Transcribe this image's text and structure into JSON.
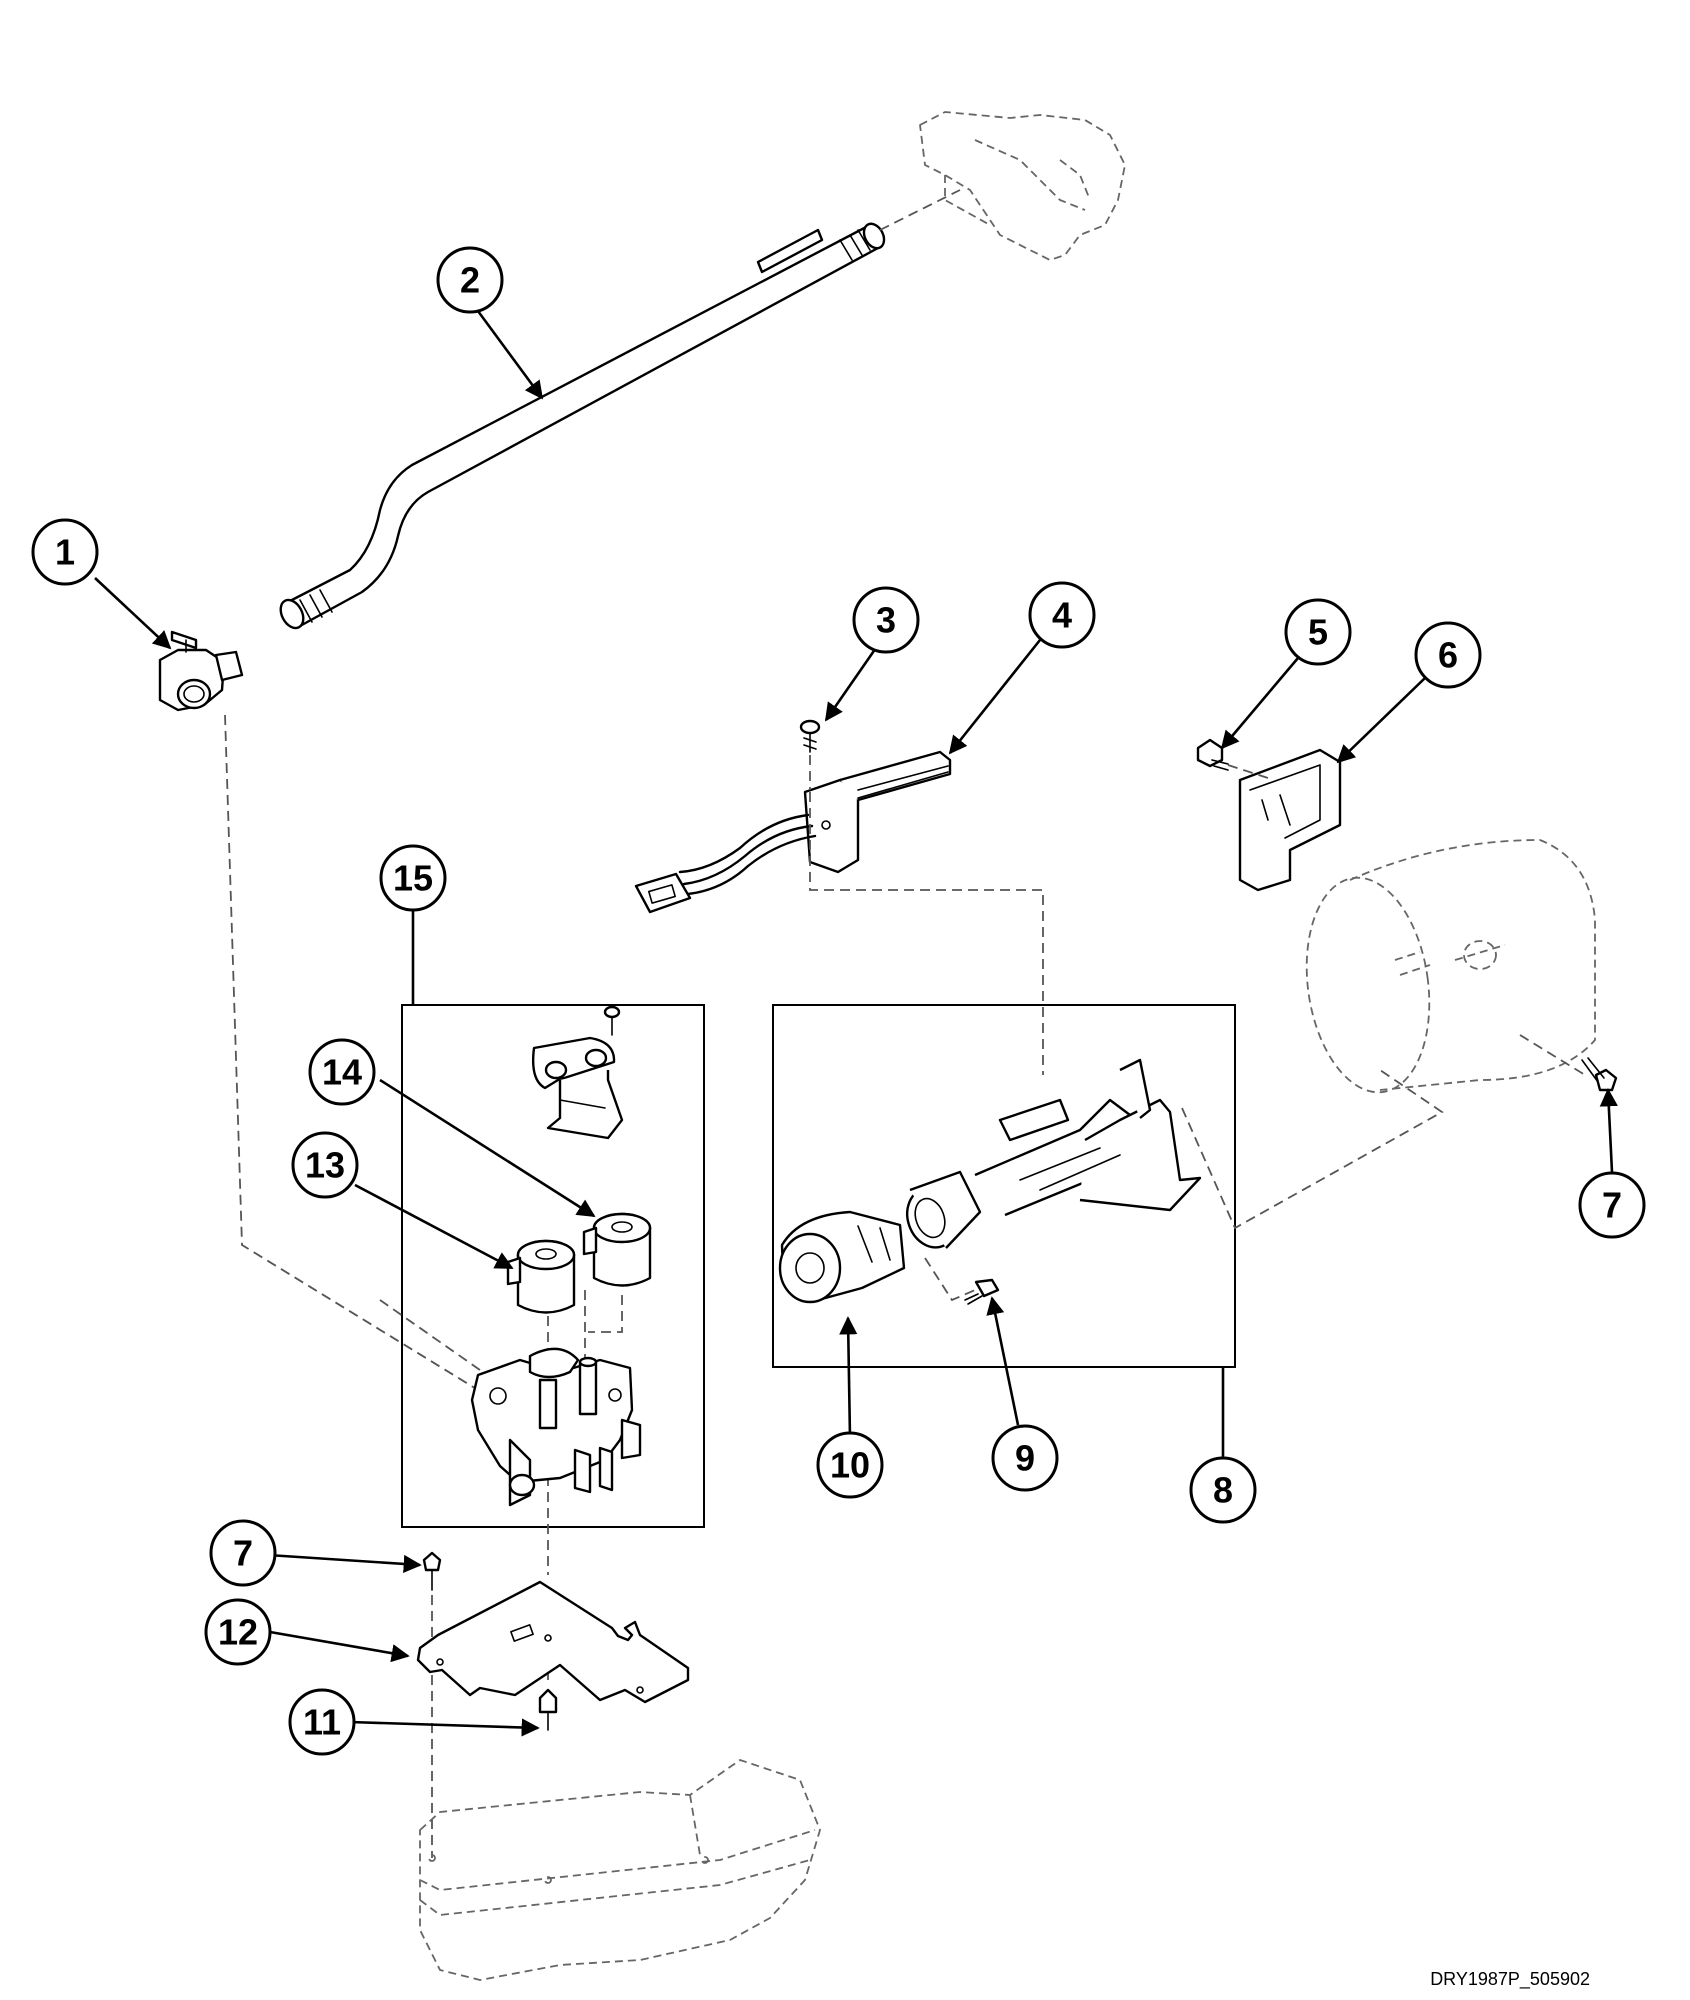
{
  "diagram": {
    "drawing_code": "DRY1987P_505902",
    "callouts": [
      {
        "label": "1"
      },
      {
        "label": "2"
      },
      {
        "label": "3"
      },
      {
        "label": "4"
      },
      {
        "label": "5"
      },
      {
        "label": "6"
      },
      {
        "label": "7"
      },
      {
        "label": "7"
      },
      {
        "label": "8"
      },
      {
        "label": "9"
      },
      {
        "label": "10"
      },
      {
        "label": "11"
      },
      {
        "label": "12"
      },
      {
        "label": "13"
      },
      {
        "label": "14"
      },
      {
        "label": "15"
      }
    ]
  }
}
